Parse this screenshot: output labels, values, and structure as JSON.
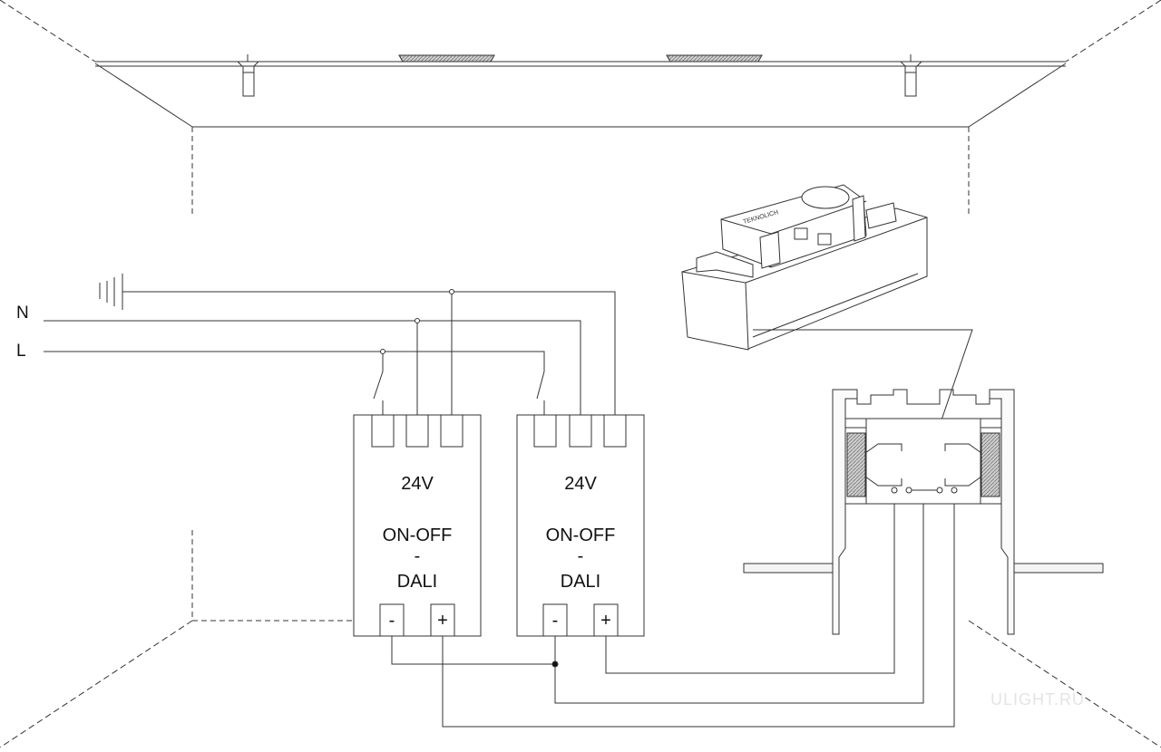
{
  "mains": {
    "n_label": "N",
    "l_label": "L"
  },
  "drivers": [
    {
      "voltage": "24V",
      "mode_line1": "ON-OFF",
      "mode_line2": "-",
      "mode_line3": "DALI",
      "minus": "-",
      "plus": "+"
    },
    {
      "voltage": "24V",
      "mode_line1": "ON-OFF",
      "mode_line2": "-",
      "mode_line3": "DALI",
      "minus": "-",
      "plus": "+"
    }
  ],
  "watermark": "ULIGHT.RU",
  "colors": {
    "line": "#222222",
    "dashed": "#333333",
    "hatch": "#9a9a9a",
    "background": "#ffffff"
  }
}
